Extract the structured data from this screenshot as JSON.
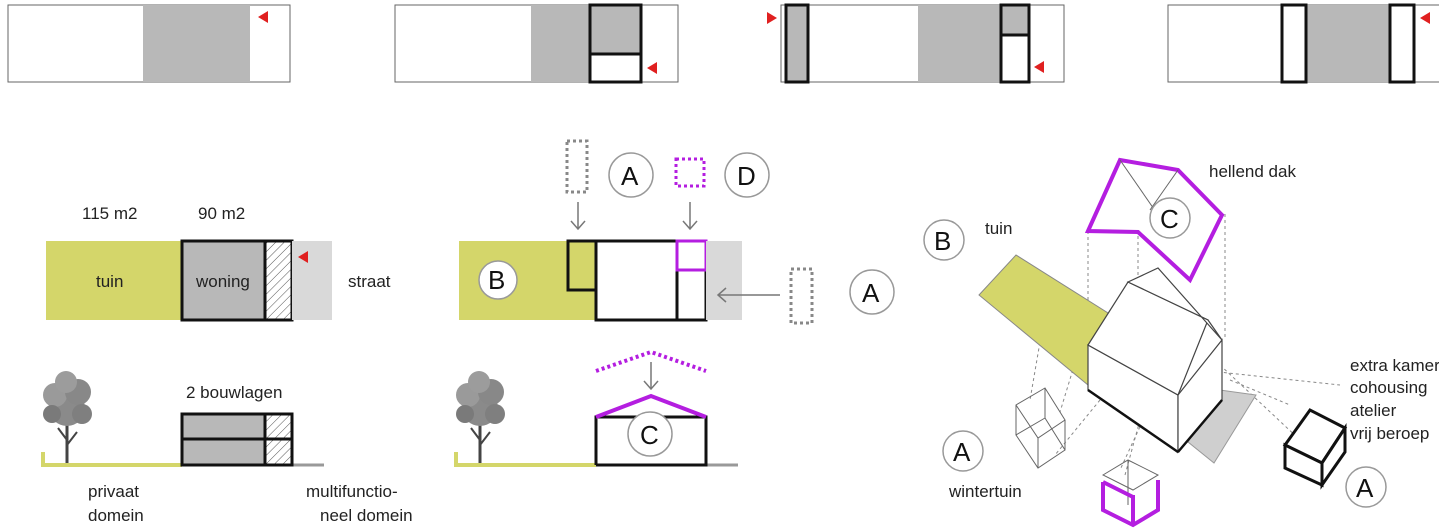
{
  "colors": {
    "garden": "#d4d66a",
    "house": "#b8b8b8",
    "street": "#d9d9d9",
    "accent": "#b41ee0",
    "marker": "#e02020",
    "line": "#111111",
    "dashed_grey": "#8a8a8a"
  },
  "plan": {
    "area_garden": "115 m2",
    "area_house": "90 m2",
    "label_garden": "tuin",
    "label_house": "woning",
    "label_street": "straat"
  },
  "section": {
    "label_floors": "2 bouwlagen",
    "label_private_line1": "privaat",
    "label_private_line2": "domein",
    "label_multi_line1": "multifunctio-",
    "label_multi_line2": "neel domein"
  },
  "markers": {
    "a": "A",
    "b": "B",
    "c": "C",
    "d": "D"
  },
  "axo": {
    "label_roof": "hellend dak",
    "label_garden": "tuin",
    "label_wintergarden": "wintertuin",
    "uses": [
      "extra kamer",
      "cohousing",
      "atelier",
      "vrij beroep"
    ]
  },
  "icons": [
    "tree-icon",
    "arrow-down-icon",
    "arrow-left-icon",
    "red-triangle-marker-icon"
  ]
}
